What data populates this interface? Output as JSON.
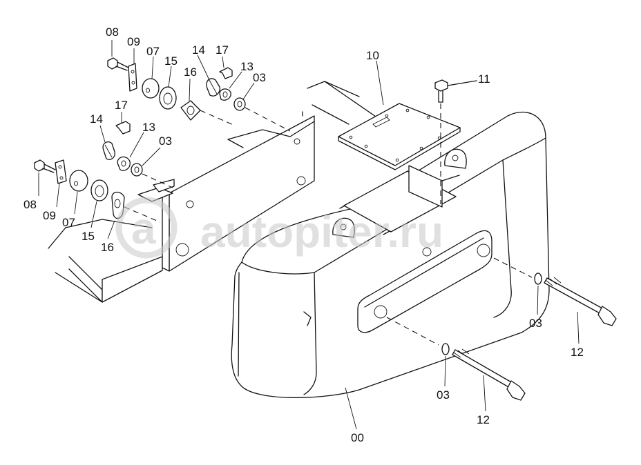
{
  "watermark": "autopiter.ru",
  "labels": {
    "p00": "00",
    "p03_a": "03",
    "p03_b": "03",
    "p03_c": "03",
    "p03_d": "03",
    "p07_a": "07",
    "p07_b": "07",
    "p08_a": "08",
    "p08_b": "08",
    "p09_a": "09",
    "p09_b": "09",
    "p10": "10",
    "p11": "11",
    "p12_a": "12",
    "p12_b": "12",
    "p13_a": "13",
    "p13_b": "13",
    "p14_a": "14",
    "p14_b": "14",
    "p15_a": "15",
    "p15_b": "15",
    "p16_a": "16",
    "p16_b": "16",
    "p17_a": "17",
    "p17_b": "17"
  }
}
